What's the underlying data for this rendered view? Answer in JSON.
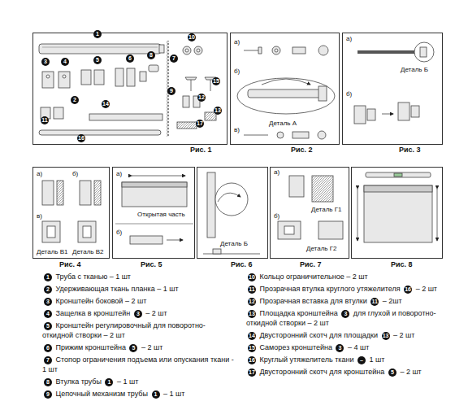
{
  "diagram": {
    "nodes": [
      {
        "text": [
          "Рис. 1"
        ]
      },
      {
        "text": [
          "а)",
          "б)",
          "Деталь А",
          "в)",
          "Рис. 2"
        ]
      },
      {
        "text": [
          "а)",
          "Деталь Б",
          "б)",
          "Рис. 3"
        ]
      },
      {
        "text": [
          "а)",
          "б)",
          "в)",
          "Деталь В1",
          "Деталь В2",
          "Рис. 4"
        ]
      },
      {
        "text": [
          "а)",
          "Открытая часть",
          "б)",
          "Рис. 5"
        ]
      },
      {
        "text": [
          "Деталь Б",
          "Рис. 6"
        ]
      },
      {
        "text": [
          "а)",
          "Деталь Г1",
          "б)",
          "Деталь Г2",
          "Рис. 7"
        ]
      },
      {
        "text": [
          "Рис. 8"
        ]
      }
    ],
    "labels": [
      "1",
      "2",
      "3",
      "4",
      "5",
      "6",
      "7",
      "8",
      "9",
      "10",
      "11",
      "12",
      "13",
      "14",
      "15",
      "16",
      "17",
      "1",
      "Труба с тканью – 1 шт",
      "2",
      "Удерживающая ткань планка – 1 шт",
      "3",
      "Кронштейн боковой – 2 шт",
      "4",
      "Защелка в кронштейн",
      "3",
      "– 2 шт",
      "5",
      "Кронштейн регулировочный для поворотно-откидной створки – 2 шт",
      "6",
      "Прижим кронштейна",
      "5",
      "– 2 шт",
      "7",
      "Стопор ограничения подъема или опускания ткани - 1 шт",
      "8",
      "Втулка трубы",
      "1",
      "– 1 шт",
      "9",
      "Цепочный механизм трубы",
      "1",
      "– 1 шт",
      "10",
      "Кольцо ограничительное – 2 шт",
      "11",
      "Прозрачная втулка круглого утяжелителя",
      "16",
      "– 2 шт",
      "12",
      "Прозрачная вставка для втулки",
      "11",
      "– 2шт",
      "13",
      "Площадка кронштейна",
      "3",
      "для глухой и поворотно-откидной створки – 2 шт",
      "14",
      "Двусторонний скотч для площадки",
      "13",
      "– 2 шт",
      "15",
      "Саморез кронштейна",
      "3",
      "– 4 шт",
      "16",
      "Круглый утяжелитель ткани",
      "–",
      "1 шт",
      "17",
      "Двусторонний скотч для кронштейна",
      "5",
      "– 2 шт"
    ]
  }
}
